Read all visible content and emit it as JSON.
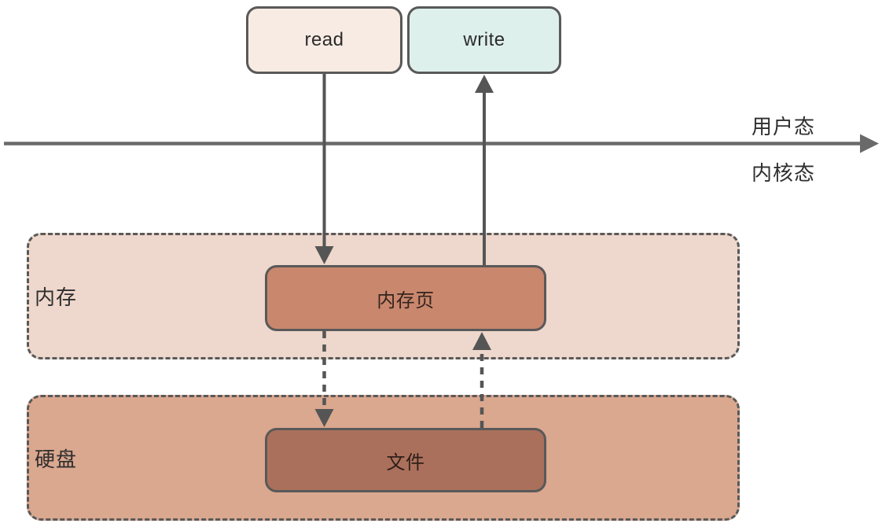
{
  "diagram": {
    "nodes": {
      "read": {
        "label": "read"
      },
      "write": {
        "label": "write"
      },
      "memory_page": {
        "label": "内存页"
      },
      "file": {
        "label": "文件"
      }
    },
    "containers": {
      "memory": {
        "label": "内存"
      },
      "disk": {
        "label": "硬盘"
      }
    },
    "boundary": {
      "above_label": "用户态",
      "below_label": "内核态"
    },
    "arrows": [
      {
        "name": "read-to-memory-page",
        "from": "read",
        "to": "memory_page",
        "style": "solid",
        "direction": "down"
      },
      {
        "name": "memory-page-to-write",
        "from": "memory_page",
        "to": "write",
        "style": "solid",
        "direction": "up"
      },
      {
        "name": "memory-page-to-file",
        "from": "memory_page",
        "to": "file",
        "style": "dashed",
        "direction": "down"
      },
      {
        "name": "file-to-memory-page",
        "from": "file",
        "to": "memory_page",
        "style": "dashed",
        "direction": "up"
      }
    ],
    "colors": {
      "read_fill": "#f8ebe3",
      "write_fill": "#def0ec",
      "memory_container_fill": "#eed7cc",
      "memory_page_fill": "#c9876e",
      "disk_container_fill": "#daa78f",
      "file_fill": "#aa705c",
      "stroke": "#595959",
      "arrow": "#555555",
      "axis_line": "#6a6a6a",
      "text": "#2f2f2f"
    }
  }
}
